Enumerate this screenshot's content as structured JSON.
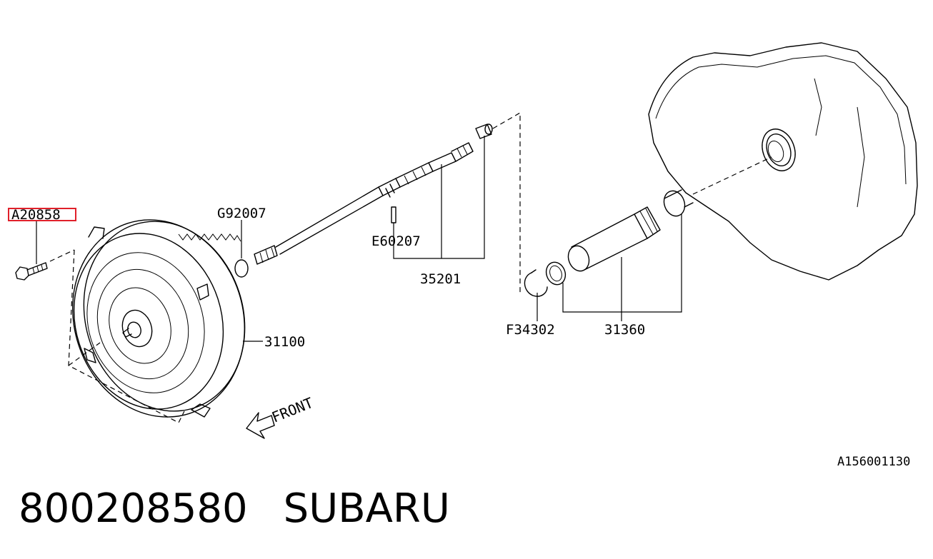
{
  "parts": {
    "a20858": "A20858",
    "g92007": "G92007",
    "e60207": "E60207",
    "p35201": "35201",
    "p31100": "31100",
    "f34302": "F34302",
    "p31360": "31360"
  },
  "direction_label": "FRONT",
  "diagram_id": "A156001130",
  "footer": {
    "part_number": "800208580",
    "brand": "SUBARU"
  },
  "highlight_color": "#e0202a"
}
